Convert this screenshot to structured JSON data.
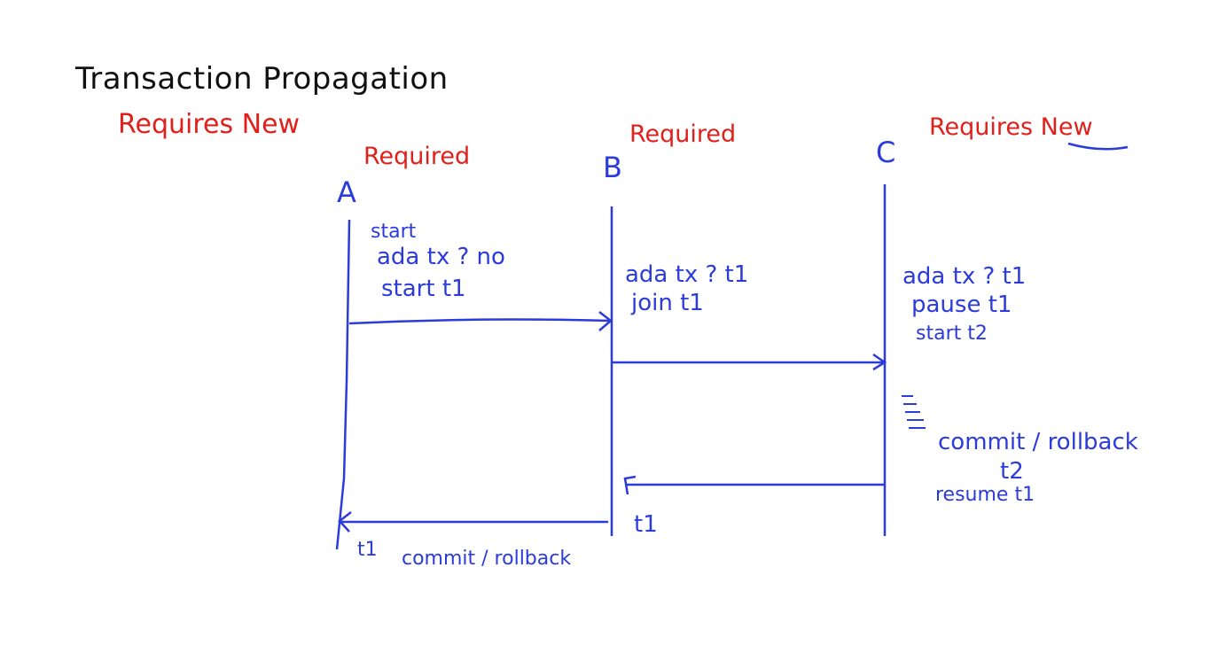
{
  "colors": {
    "ink_black": "#111111",
    "ink_red": "#e0201b",
    "ink_blue": "#2b3bdc"
  },
  "title": "Transaction Propagation",
  "subtitle": "Requires New",
  "nodes": [
    {
      "id": "A",
      "label": "A",
      "propagation": "Required"
    },
    {
      "id": "B",
      "label": "B",
      "propagation": "Required"
    },
    {
      "id": "C",
      "label": "C",
      "propagation": "Requires New"
    }
  ],
  "notes": {
    "a_start": "start",
    "a_check": "ada tx ? no",
    "a_start_t1": "start t1",
    "b_check": "ada tx ? t1",
    "b_join": "join t1",
    "c_check": "ada tx ? t1",
    "c_pause": "pause t1",
    "c_start": "start t2",
    "c_commit": "commit / rollback",
    "c_t2": "t2",
    "c_resume": "resume t1",
    "b_return": "t1",
    "a_return_t": "t1",
    "a_commit": "commit / rollback"
  },
  "messages": [
    {
      "from": "A",
      "to": "B",
      "kind": "call"
    },
    {
      "from": "B",
      "to": "C",
      "kind": "call"
    },
    {
      "from": "C",
      "to": "B",
      "kind": "return"
    },
    {
      "from": "B",
      "to": "A",
      "kind": "return"
    }
  ]
}
